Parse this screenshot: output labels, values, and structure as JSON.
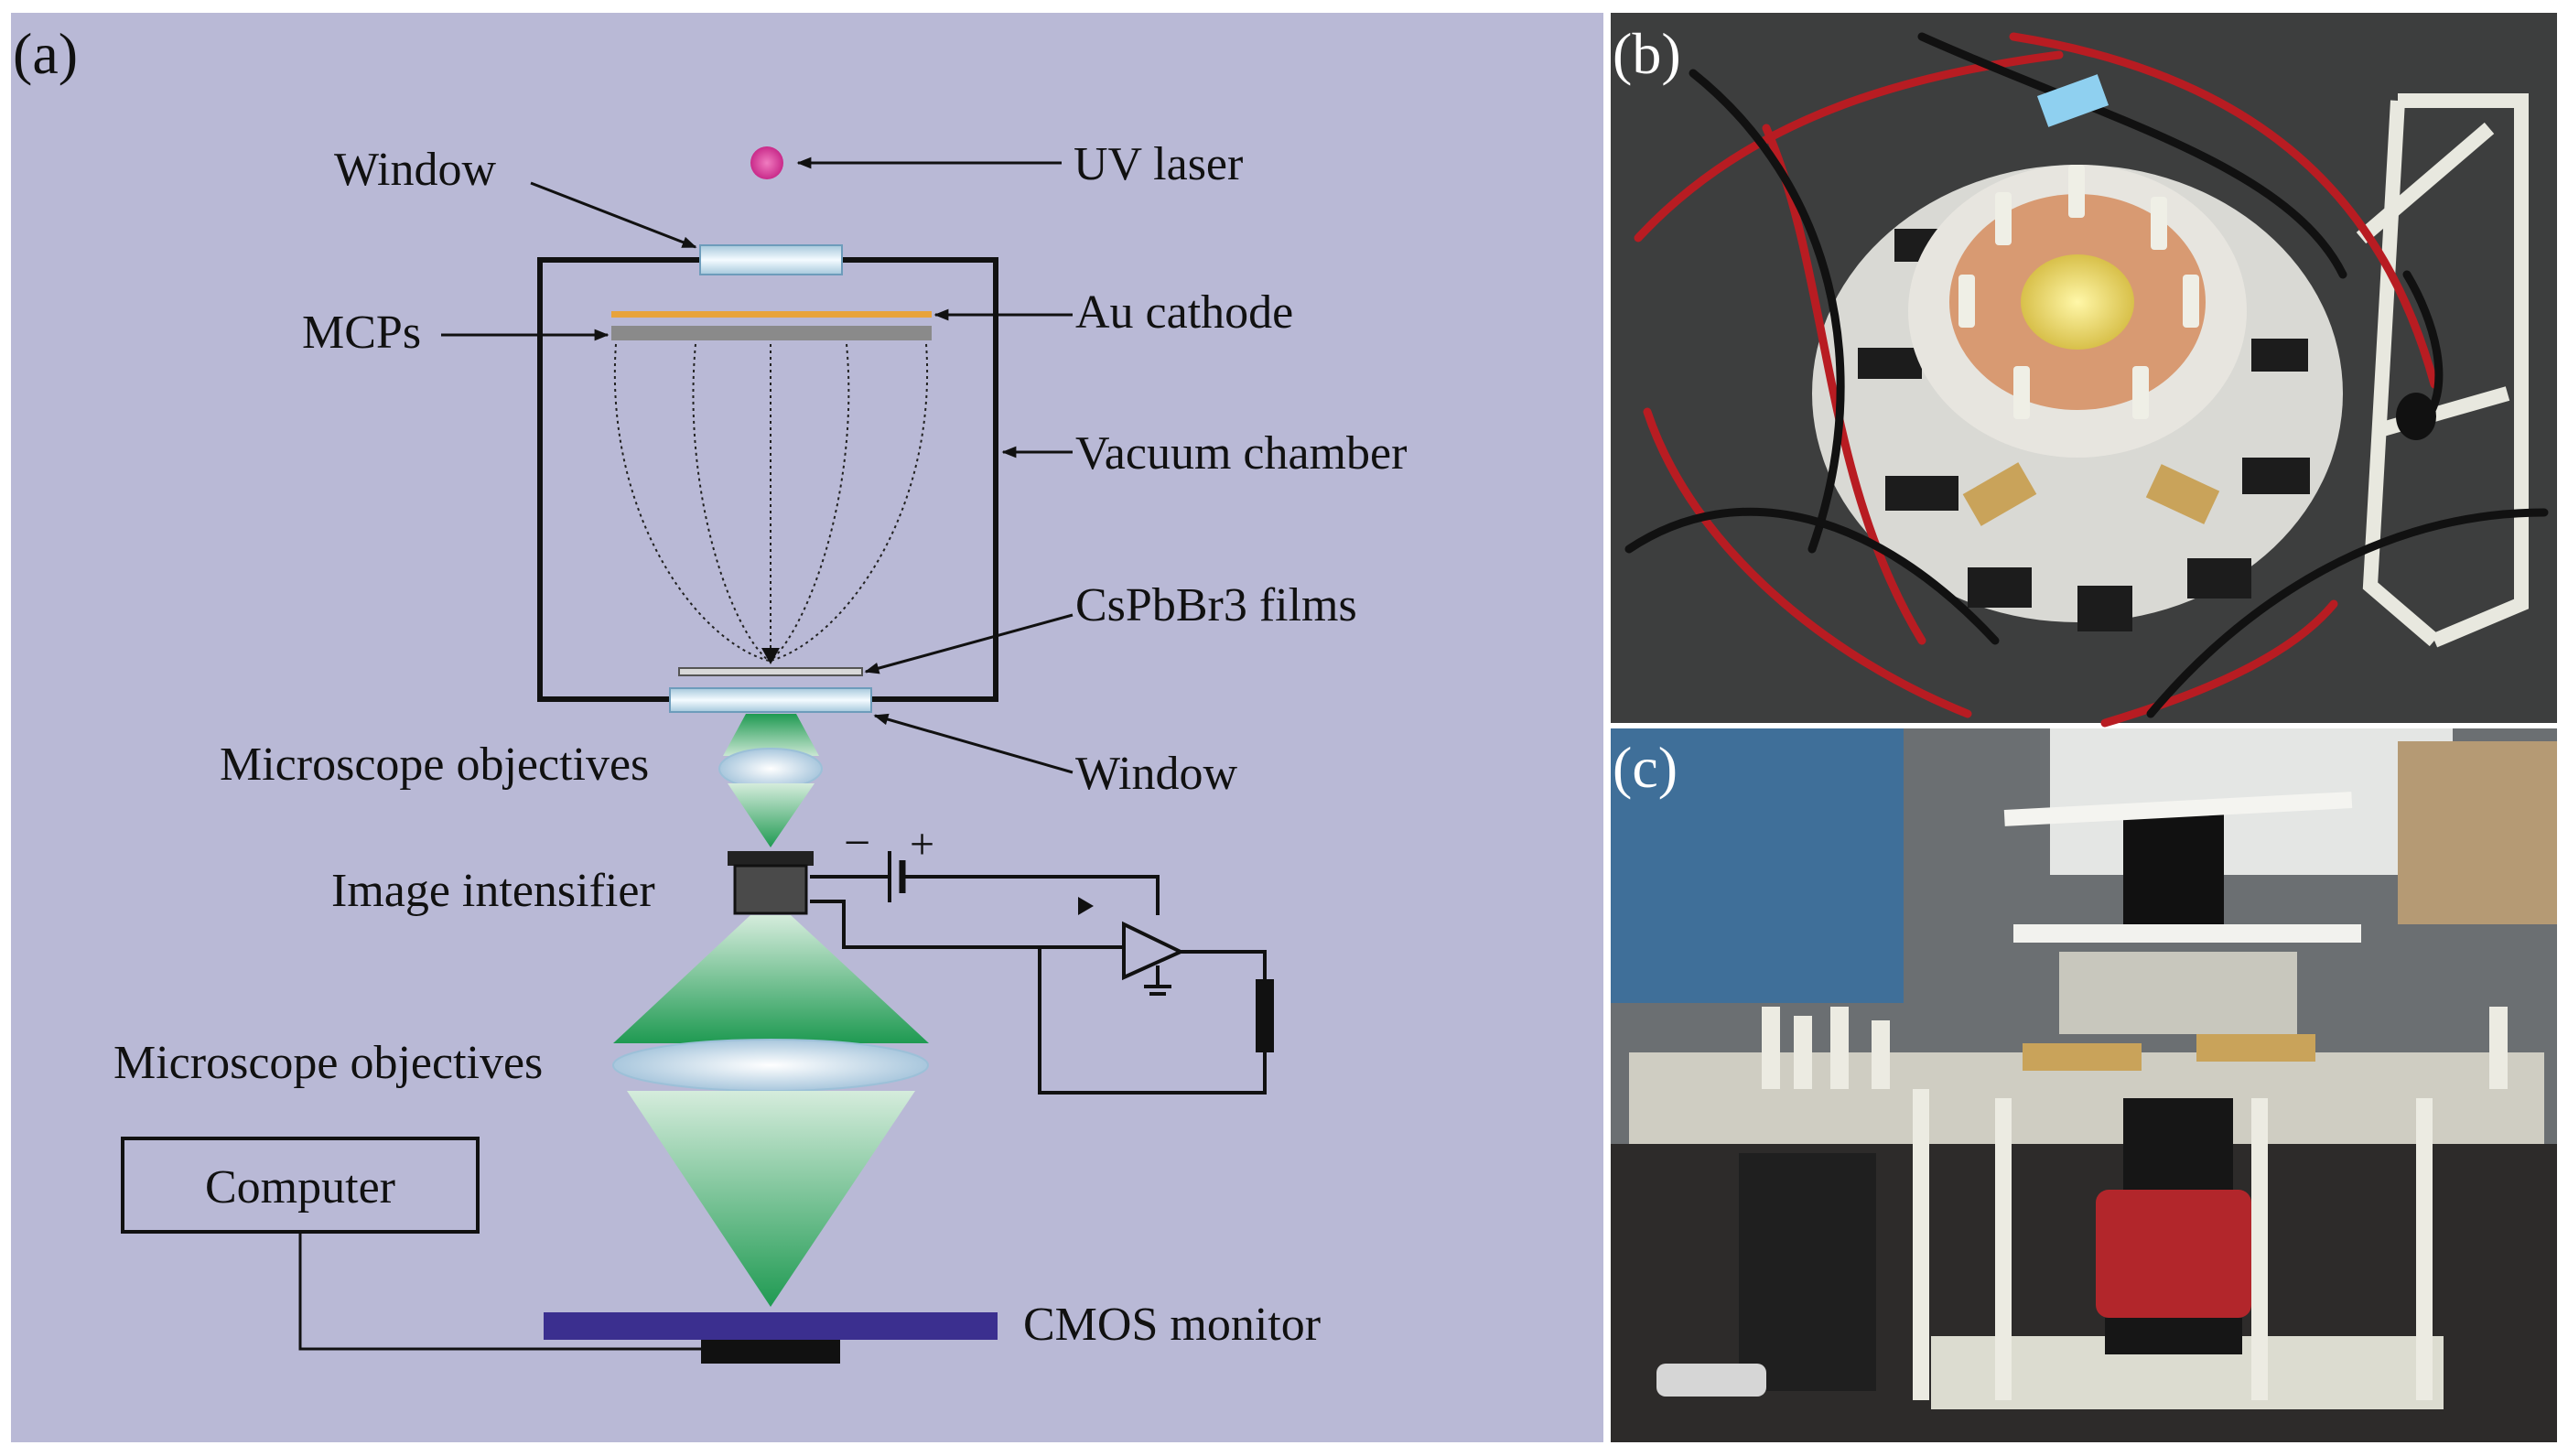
{
  "panels": {
    "a": {
      "tag": "(a)"
    },
    "b": {
      "tag": "(b)"
    },
    "c": {
      "tag": "(c)"
    }
  },
  "labels": {
    "window_top": "Window",
    "uv_laser": "UV laser",
    "mcps": "MCPs",
    "au_cathode": "Au cathode",
    "vacuum_chamber": "Vacuum chamber",
    "films": "CsPbBr3 films",
    "window_bottom": "Window",
    "objectives_1": "Microscope objectives",
    "image_intensifier": "Image intensifier",
    "objectives_2": "Microscope objectives",
    "computer": "Computer",
    "cmos_monitor": "CMOS monitor",
    "minus": "−",
    "plus": "+"
  },
  "colors": {
    "diagram_bg": "#b9b9d6",
    "cathode_gold": "#e8a33a",
    "mcp_gray": "#8a8a8a",
    "laser_pink": "#d93a9a",
    "cone_green": "#1f9a52",
    "cmos_blue": "#3b2f8f",
    "photo_b_bg": "#4a4a4a",
    "photo_c_bg": "#6b6f72"
  }
}
